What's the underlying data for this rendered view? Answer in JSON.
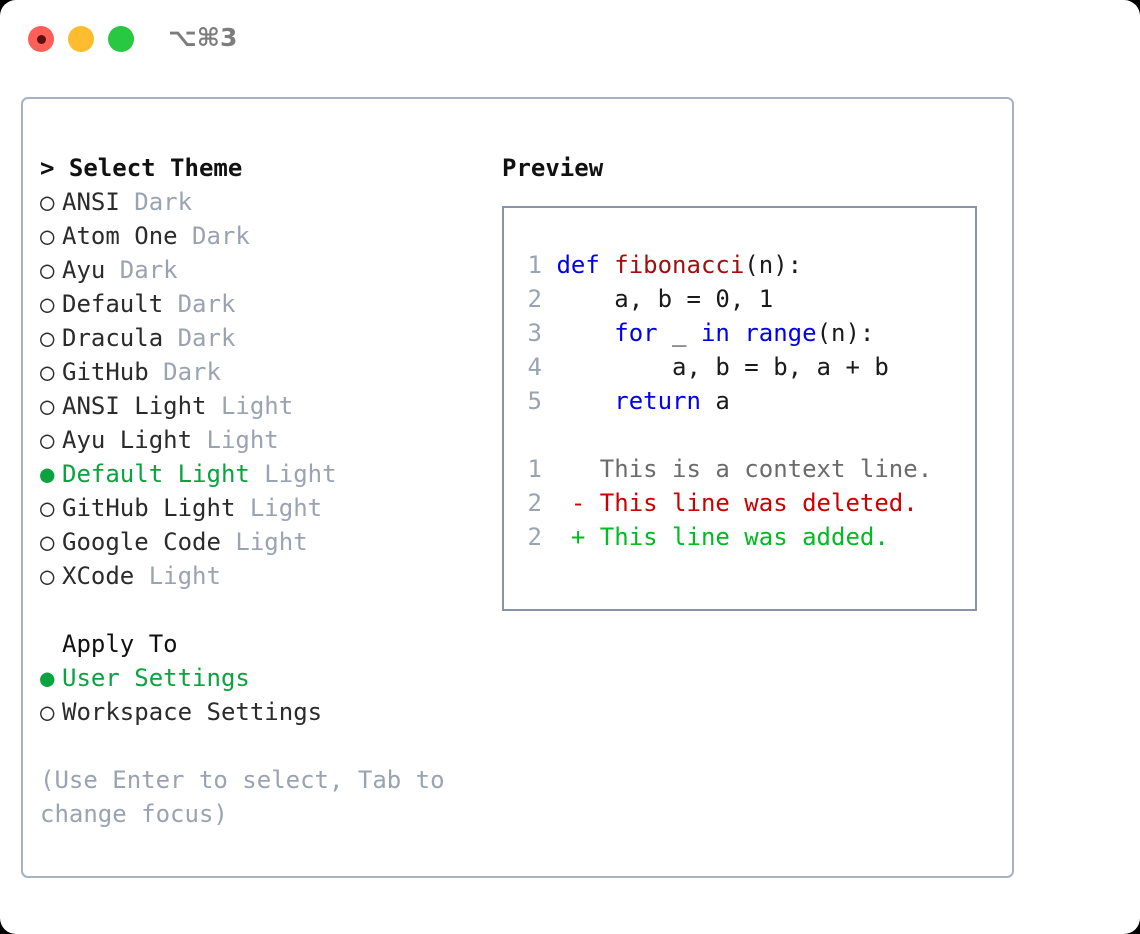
{
  "window": {
    "shortcut": "⌥⌘3",
    "traffic_lights": [
      {
        "name": "close",
        "color": "#ff5f57"
      },
      {
        "name": "minimize",
        "color": "#febc2e"
      },
      {
        "name": "maximize",
        "color": "#28c840"
      }
    ]
  },
  "theme_section": {
    "heading": "> Select Theme",
    "caret": ">",
    "radio_empty": "○",
    "radio_filled": "●",
    "items": [
      {
        "label": "ANSI",
        "tag": "Dark",
        "selected": false
      },
      {
        "label": "Atom One",
        "tag": "Dark",
        "selected": false
      },
      {
        "label": "Ayu",
        "tag": "Dark",
        "selected": false
      },
      {
        "label": "Default",
        "tag": "Dark",
        "selected": false
      },
      {
        "label": "Dracula",
        "tag": "Dark",
        "selected": false
      },
      {
        "label": "GitHub",
        "tag": "Dark",
        "selected": false
      },
      {
        "label": "ANSI Light",
        "tag": "Light",
        "selected": false
      },
      {
        "label": "Ayu Light",
        "tag": "Light",
        "selected": false
      },
      {
        "label": "Default Light",
        "tag": "Light",
        "selected": true
      },
      {
        "label": "GitHub Light",
        "tag": "Light",
        "selected": false
      },
      {
        "label": "Google Code",
        "tag": "Light",
        "selected": false
      },
      {
        "label": "XCode",
        "tag": "Light",
        "selected": false
      }
    ]
  },
  "apply_section": {
    "heading": "Apply To",
    "items": [
      {
        "label": "User Settings",
        "selected": true
      },
      {
        "label": "Workspace Settings",
        "selected": false
      }
    ]
  },
  "hint": "(Use Enter to select, Tab to change focus)",
  "preview": {
    "label": "Preview",
    "code_lines": [
      {
        "num": "1",
        "tokens": [
          {
            "t": "def ",
            "c": "kw"
          },
          {
            "t": "fibonacci",
            "c": "fn"
          },
          {
            "t": "(n):",
            "c": "plain"
          }
        ]
      },
      {
        "num": "2",
        "tokens": [
          {
            "t": "    a, b = 0, 1",
            "c": "plain"
          }
        ]
      },
      {
        "num": "3",
        "tokens": [
          {
            "t": "    ",
            "c": "plain"
          },
          {
            "t": "for",
            "c": "kw"
          },
          {
            "t": " _ ",
            "c": "plain"
          },
          {
            "t": "in",
            "c": "kw"
          },
          {
            "t": " ",
            "c": "plain"
          },
          {
            "t": "range",
            "c": "kw"
          },
          {
            "t": "(n):",
            "c": "plain"
          }
        ]
      },
      {
        "num": "4",
        "tokens": [
          {
            "t": "        a, b = b, a + b",
            "c": "plain"
          }
        ]
      },
      {
        "num": "5",
        "tokens": [
          {
            "t": "    ",
            "c": "plain"
          },
          {
            "t": "return",
            "c": "kw"
          },
          {
            "t": " a",
            "c": "plain"
          }
        ]
      }
    ],
    "diff_lines": [
      {
        "num": "1",
        "marker": " ",
        "text": " This is a context line.",
        "c": "ctx"
      },
      {
        "num": "2",
        "marker": "-",
        "text": " This line was deleted.",
        "c": "del"
      },
      {
        "num": "2",
        "marker": "+",
        "text": " This line was added.",
        "c": "add"
      }
    ]
  },
  "colors": {
    "selected_green": "#0aa33f",
    "tag_grey": "#9aa3b2",
    "keyword_blue": "#0000ee",
    "function_red": "#a01010",
    "diff_delete": "#cc0000",
    "diff_add": "#00bb22",
    "panel_border": "#a9b2c0",
    "preview_border": "#8a94a6"
  }
}
